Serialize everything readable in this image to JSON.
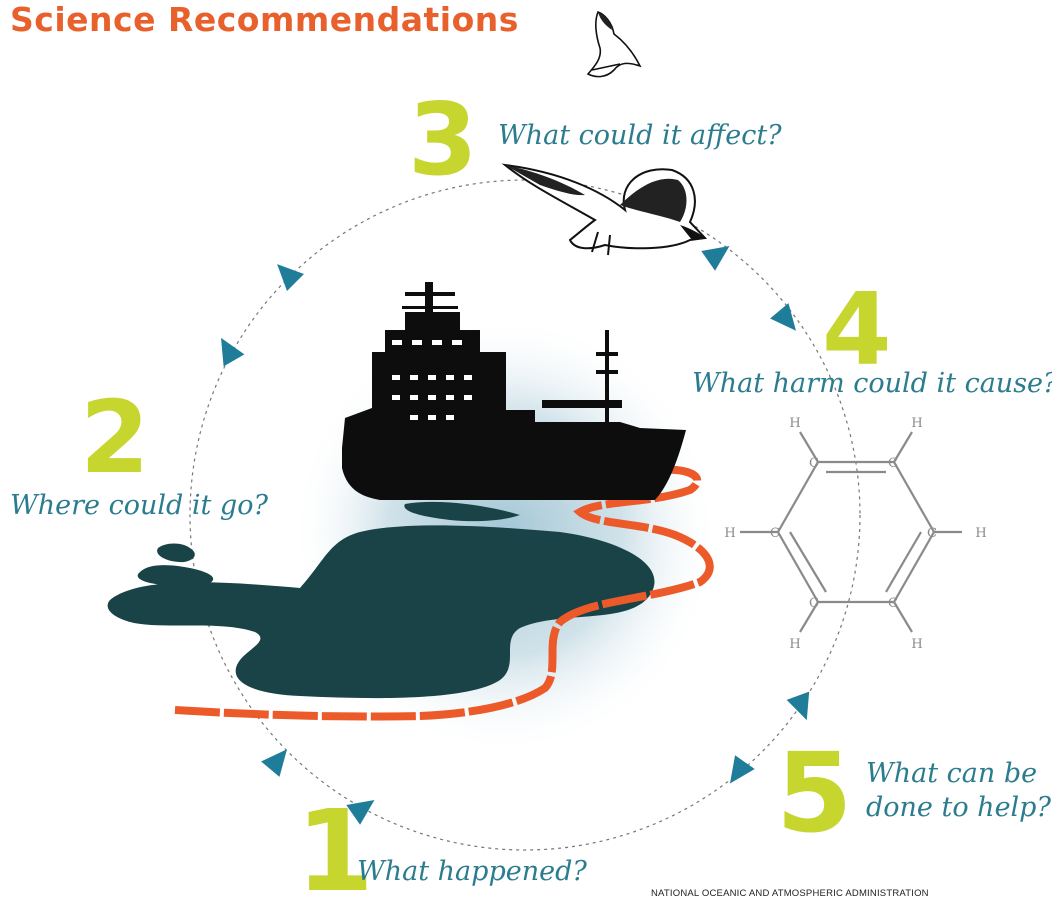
{
  "title": "Science Recommendations",
  "steps": [
    {
      "number": "1",
      "question": "What happened?"
    },
    {
      "number": "2",
      "question": "Where could it go?"
    },
    {
      "number": "3",
      "question": "What could it affect?"
    },
    {
      "number": "4",
      "question": "What harm could it cause?"
    },
    {
      "number": "5",
      "question_line1": "What can be",
      "question_line2": "done to help?"
    }
  ],
  "molecule": {
    "carbon": "C",
    "hydrogen": "H"
  },
  "credit": "NATIONAL OCEANIC AND ATMOSPHERIC ADMINISTRATION",
  "colors": {
    "title": "#e8602c",
    "numbers": "#c6d62f",
    "questions": "#2a7c8e",
    "arrows": "#1f7d99",
    "oil": "#1a4347",
    "boom": "#ec5a2a",
    "ship": "#0d0d0d",
    "water_glow": "#bcd6e0",
    "molecule": "#8a8a8a"
  },
  "icons": [
    "seagull-icon",
    "ship-icon",
    "oil-slick-icon",
    "containment-boom-icon",
    "benzene-ring-icon",
    "cycle-arrow-icon"
  ]
}
